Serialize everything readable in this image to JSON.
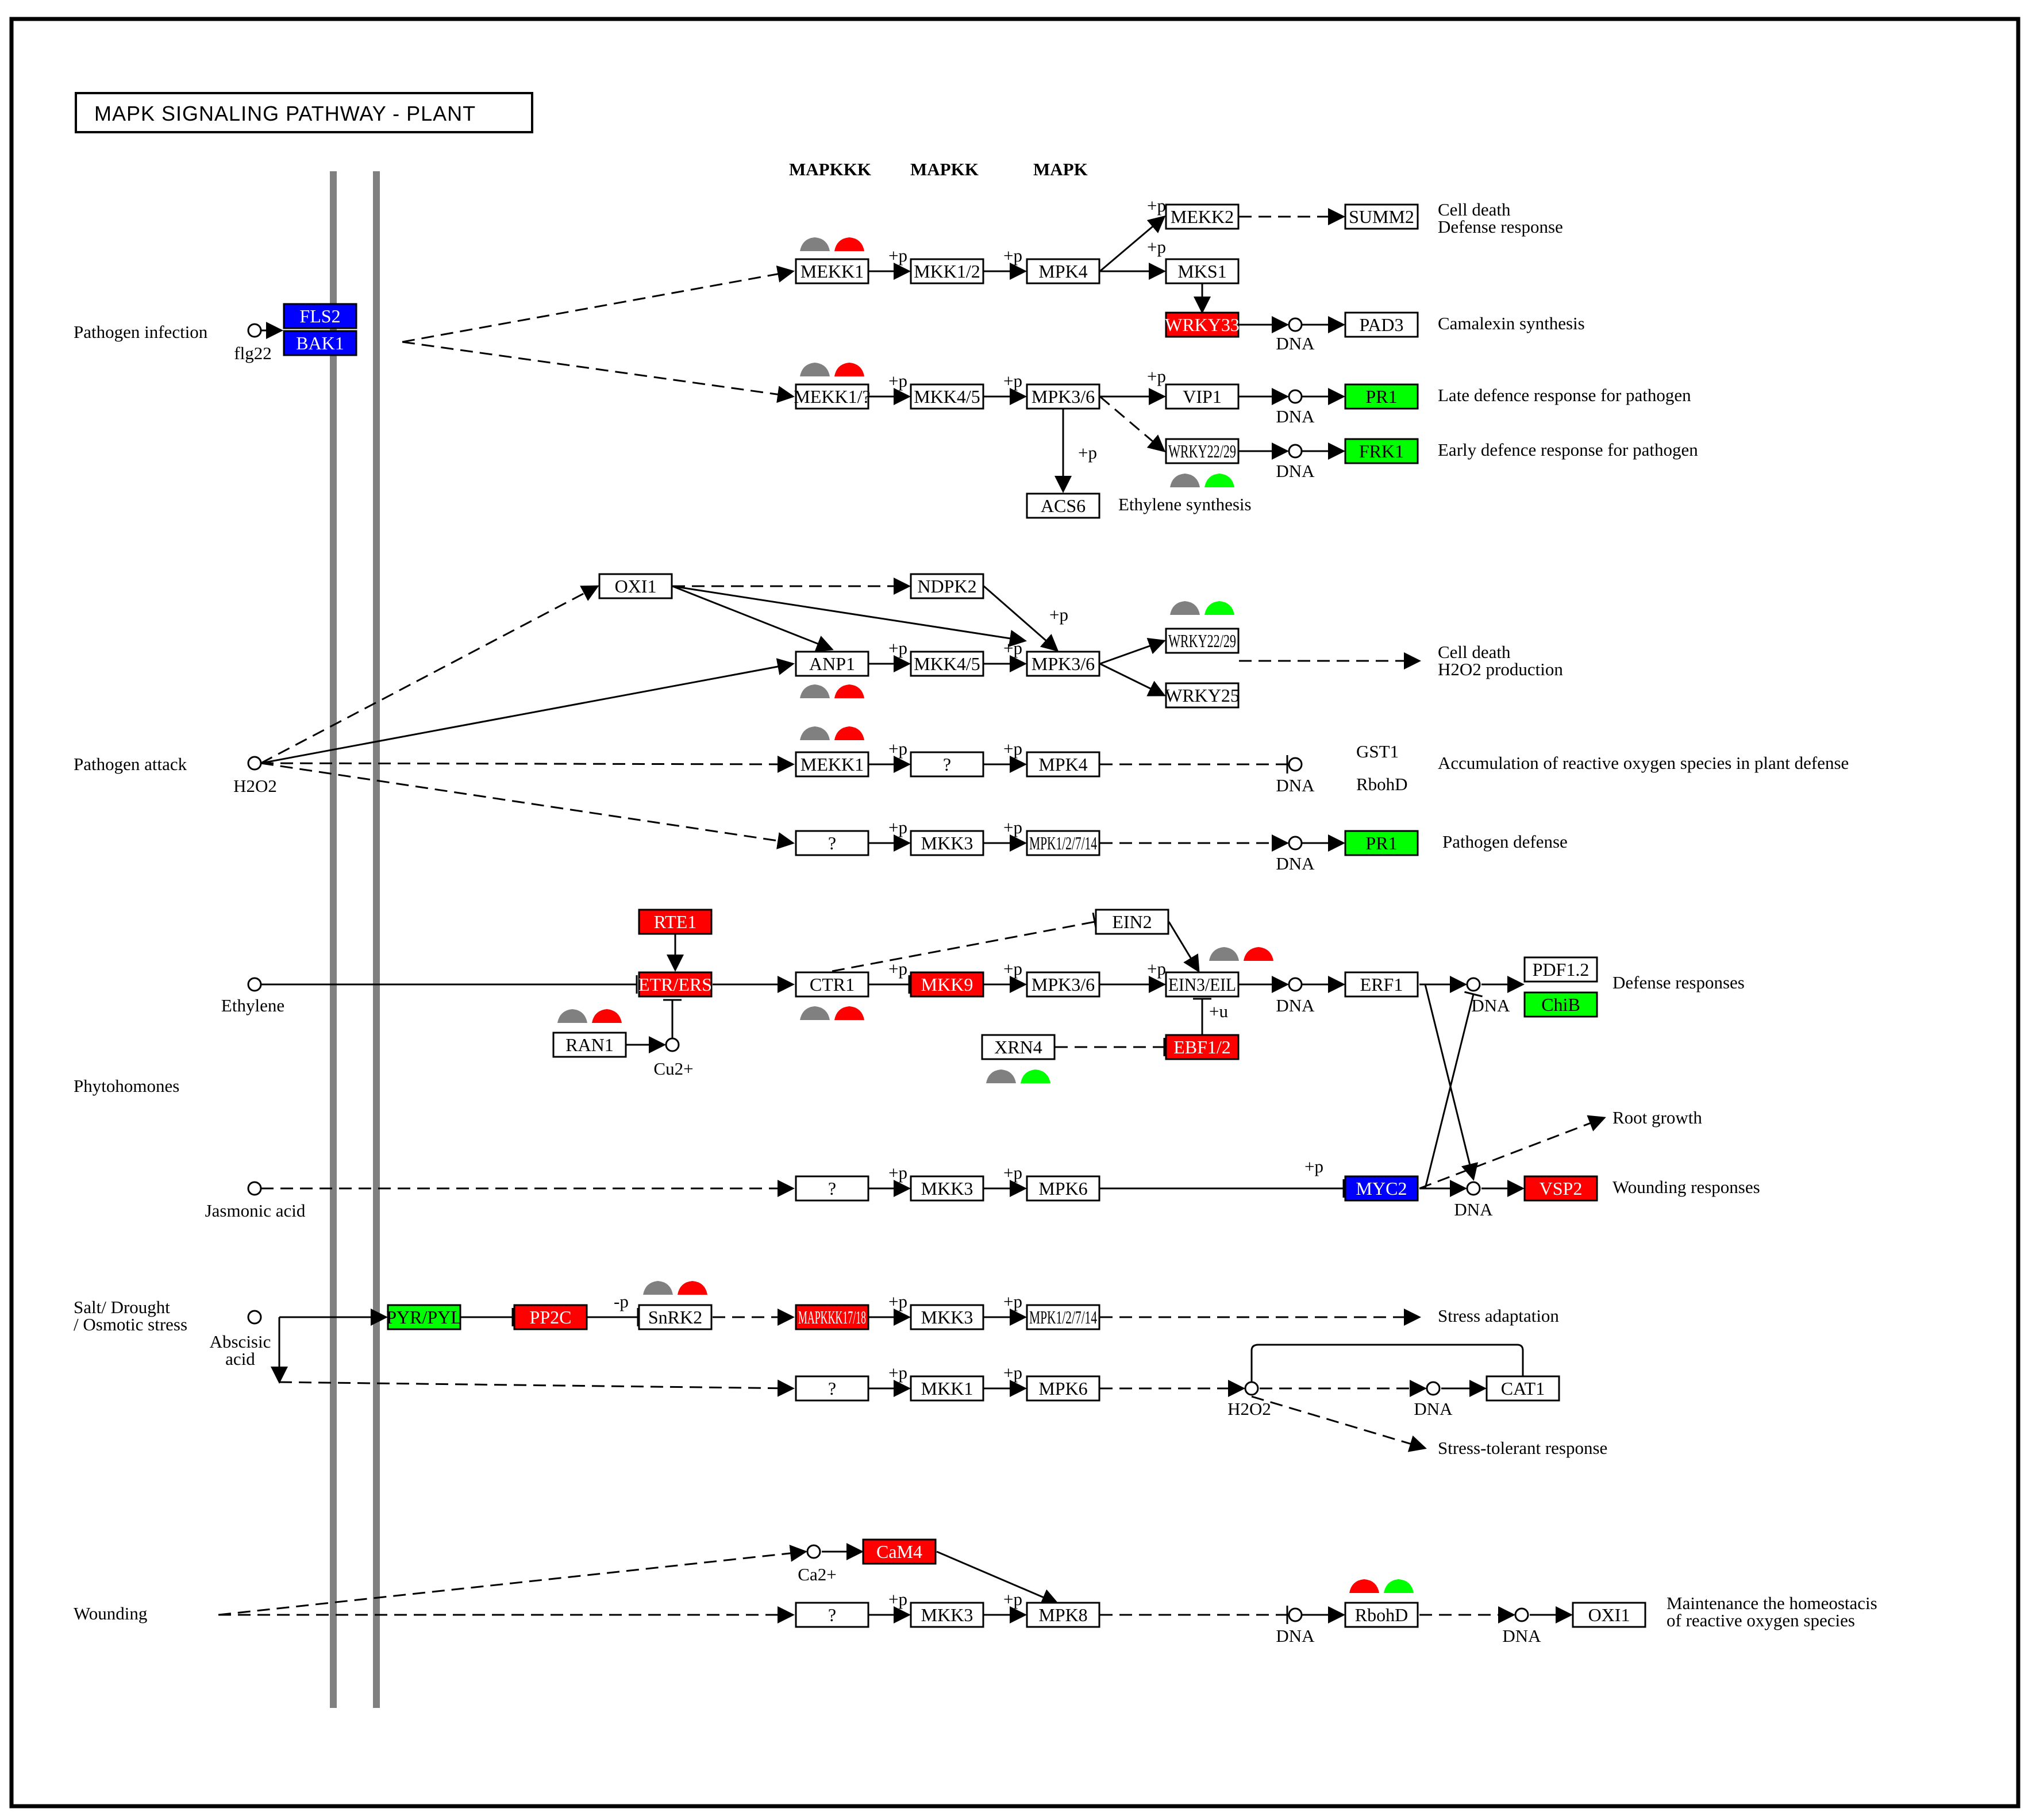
{
  "title": "MAPK SIGNALING PATHWAY - PLANT",
  "colors": {
    "red": "#ff0000",
    "green": "#00ff00",
    "blue": "#0000ff",
    "gray": "#808080",
    "white": "#ffffff"
  },
  "headers": [
    "MAPKKK",
    "MAPKK",
    "MAPK"
  ],
  "nodes": [
    {
      "id": "fls2",
      "label": "FLS2",
      "color": "blue"
    },
    {
      "id": "bak1",
      "label": "BAK1",
      "color": "blue"
    },
    {
      "id": "mekk1_a",
      "label": "MEKK1",
      "color": "white"
    },
    {
      "id": "mkk12",
      "label": "MKK1/2",
      "color": "white"
    },
    {
      "id": "mpk4_a",
      "label": "MPK4",
      "color": "white"
    },
    {
      "id": "mekk2",
      "label": "MEKK2",
      "color": "white"
    },
    {
      "id": "summ2",
      "label": "SUMM2",
      "color": "white"
    },
    {
      "id": "mks1",
      "label": "MKS1",
      "color": "white"
    },
    {
      "id": "wrky33",
      "label": "WRKY33",
      "color": "red"
    },
    {
      "id": "pad3",
      "label": "PAD3",
      "color": "white"
    },
    {
      "id": "mekk1q",
      "label": "MEKK1/?",
      "color": "white"
    },
    {
      "id": "mkk45_a",
      "label": "MKK4/5",
      "color": "white"
    },
    {
      "id": "mpk36_a",
      "label": "MPK3/6",
      "color": "white"
    },
    {
      "id": "vip1",
      "label": "VIP1",
      "color": "white"
    },
    {
      "id": "pr1_a",
      "label": "PR1",
      "color": "green"
    },
    {
      "id": "wrky2229_a",
      "label": "WRKY22/29",
      "color": "white"
    },
    {
      "id": "frk1",
      "label": "FRK1",
      "color": "green"
    },
    {
      "id": "acs6",
      "label": "ACS6",
      "color": "white"
    },
    {
      "id": "oxi1_a",
      "label": "OXI1",
      "color": "white"
    },
    {
      "id": "ndpk2",
      "label": "NDPK2",
      "color": "white"
    },
    {
      "id": "anp1",
      "label": "ANP1",
      "color": "white"
    },
    {
      "id": "mkk45_b",
      "label": "MKK4/5",
      "color": "white"
    },
    {
      "id": "mpk36_b",
      "label": "MPK3/6",
      "color": "white"
    },
    {
      "id": "wrky2229_b",
      "label": "WRKY22/29",
      "color": "white"
    },
    {
      "id": "wrky25",
      "label": "WRKY25",
      "color": "white"
    },
    {
      "id": "mekk1_b",
      "label": "MEKK1",
      "color": "white"
    },
    {
      "id": "q1",
      "label": "?",
      "color": "white"
    },
    {
      "id": "mpk4_b",
      "label": "MPK4",
      "color": "white"
    },
    {
      "id": "q2",
      "label": "?",
      "color": "white"
    },
    {
      "id": "mkk3_a",
      "label": "MKK3",
      "color": "white"
    },
    {
      "id": "mpk71_a",
      "label": "MPK1/2/7/14",
      "color": "white"
    },
    {
      "id": "pr1_b",
      "label": "PR1",
      "color": "green"
    },
    {
      "id": "rte1",
      "label": "RTE1",
      "color": "red"
    },
    {
      "id": "etrers",
      "label": "ETR/ERS",
      "color": "red"
    },
    {
      "id": "ran1",
      "label": "RAN1",
      "color": "white"
    },
    {
      "id": "ctr1",
      "label": "CTR1",
      "color": "white"
    },
    {
      "id": "mkk9",
      "label": "MKK9",
      "color": "red"
    },
    {
      "id": "mpk36_c",
      "label": "MPK3/6",
      "color": "white"
    },
    {
      "id": "ein2",
      "label": "EIN2",
      "color": "white"
    },
    {
      "id": "ein3",
      "label": "EIN3/EIL",
      "color": "white"
    },
    {
      "id": "erf1",
      "label": "ERF1",
      "color": "white"
    },
    {
      "id": "pdf12",
      "label": "PDF1.2",
      "color": "white"
    },
    {
      "id": "chib",
      "label": "ChiB",
      "color": "green"
    },
    {
      "id": "xrn4",
      "label": "XRN4",
      "color": "white"
    },
    {
      "id": "ebf12",
      "label": "EBF1/2",
      "color": "red"
    },
    {
      "id": "q3",
      "label": "?",
      "color": "white"
    },
    {
      "id": "mkk3_b",
      "label": "MKK3",
      "color": "white"
    },
    {
      "id": "mpk6_a",
      "label": "MPK6",
      "color": "white"
    },
    {
      "id": "myc2",
      "label": "MYC2",
      "color": "blue"
    },
    {
      "id": "vsp2",
      "label": "VSP2",
      "color": "red"
    },
    {
      "id": "pyr",
      "label": "PYR/PYL",
      "color": "green"
    },
    {
      "id": "pp2c",
      "label": "PP2C",
      "color": "red"
    },
    {
      "id": "snrk2",
      "label": "SnRK2",
      "color": "white"
    },
    {
      "id": "mapkkk17",
      "label": "MAPKKK17/18",
      "color": "red"
    },
    {
      "id": "mkk3_c",
      "label": "MKK3",
      "color": "white"
    },
    {
      "id": "mpk71_b",
      "label": "MPK1/2/7/14",
      "color": "white"
    },
    {
      "id": "q4",
      "label": "?",
      "color": "white"
    },
    {
      "id": "mkk1",
      "label": "MKK1",
      "color": "white"
    },
    {
      "id": "mpk6_b",
      "label": "MPK6",
      "color": "white"
    },
    {
      "id": "cat1",
      "label": "CAT1",
      "color": "white"
    },
    {
      "id": "cam4",
      "label": "CaM4",
      "color": "red"
    },
    {
      "id": "q5",
      "label": "?",
      "color": "white"
    },
    {
      "id": "mkk3_d",
      "label": "MKK3",
      "color": "white"
    },
    {
      "id": "mpk8",
      "label": "MPK8",
      "color": "white"
    },
    {
      "id": "rbohd",
      "label": "RbohD",
      "color": "white"
    },
    {
      "id": "oxi1_b",
      "label": "OXI1",
      "color": "white"
    }
  ],
  "labels": [
    "Pathogen infection",
    "flg22",
    "Cell death",
    "Defense response",
    "Camalexin synthesis",
    "Late defence response for pathogen",
    "Early defence response for pathogen",
    "Ethylene synthesis",
    "Cell death",
    "H2O2 production",
    "Pathogen attack",
    "H2O2",
    "GST1",
    "RbohD",
    "Accumulation of reactive oxygen species in plant defense",
    "Pathogen defense",
    "Ethylene",
    "Cu2+",
    "Defense responses",
    "Phytohomones",
    "Root growth",
    "Jasmonic acid",
    "Wounding responses",
    "Salt/ Drought",
    "/ Osmotic stress",
    "Abscisic",
    "acid",
    "Stress adaptation",
    "H2O2",
    "Stress-tolerant response",
    "Ca2+",
    "Wounding",
    "Maintenance the homeostacis",
    "of reactive oxygen species"
  ],
  "dna_label": "DNA",
  "phos_label": "+p",
  "dephos_label": "-p",
  "ubiq_label": "+u",
  "markers": [
    {
      "id": "m1",
      "colors": [
        "gray",
        "red"
      ]
    },
    {
      "id": "m2",
      "colors": [
        "gray",
        "red"
      ]
    },
    {
      "id": "m3",
      "colors": [
        "gray",
        "green"
      ]
    },
    {
      "id": "m4",
      "colors": [
        "gray",
        "green"
      ]
    },
    {
      "id": "m5",
      "colors": [
        "gray",
        "red"
      ]
    },
    {
      "id": "m6",
      "colors": [
        "gray",
        "red"
      ]
    },
    {
      "id": "m7",
      "colors": [
        "gray",
        "red"
      ]
    },
    {
      "id": "m8",
      "colors": [
        "gray",
        "red"
      ]
    },
    {
      "id": "m9",
      "colors": [
        "gray",
        "red"
      ]
    },
    {
      "id": "m10",
      "colors": [
        "gray",
        "green"
      ]
    },
    {
      "id": "m11",
      "colors": [
        "gray",
        "red"
      ]
    },
    {
      "id": "m12",
      "colors": [
        "red",
        "green"
      ]
    }
  ]
}
